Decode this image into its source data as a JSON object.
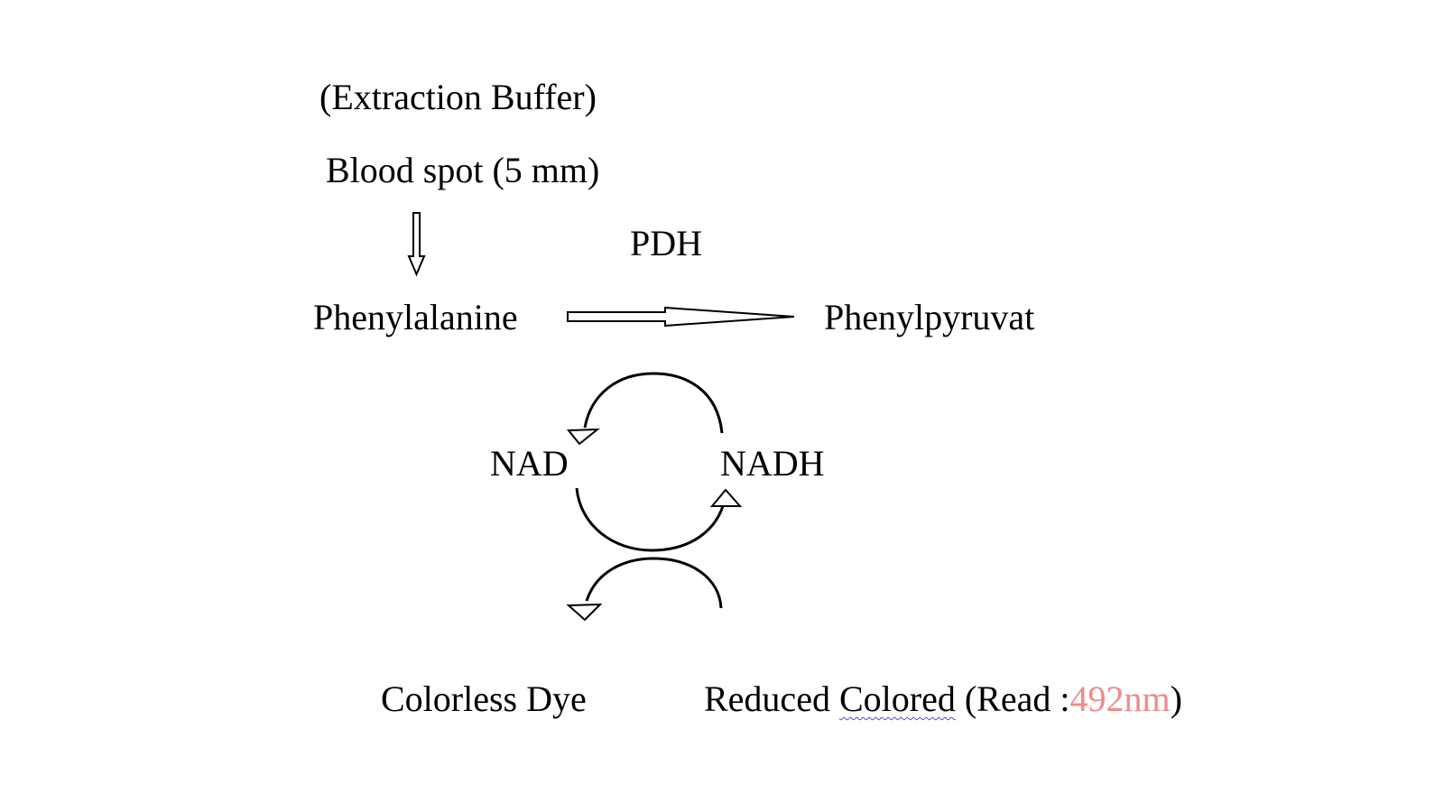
{
  "labels": {
    "extraction_buffer": "(Extraction Buffer)",
    "blood_spot": "Blood spot (5 mm)",
    "enzyme": "PDH",
    "substrate": "Phenylalanine",
    "product": "Phenylpyruvat",
    "cofactor_oxidized": "NAD",
    "cofactor_reduced": "NADH",
    "dye_colorless": "Colorless Dye",
    "reduced_prefix": "Reduced ",
    "reduced_word": "Colored",
    "read_open": " (Read :",
    "wavelength": "492nm",
    "read_close": ")"
  },
  "colors": {
    "text": "#000000",
    "wavelength_highlight": "#f08a8a",
    "spellcheck_underline": "#4a4ae0"
  },
  "icons": {
    "down_arrow": "hollow-down-arrow-icon",
    "reaction_arrow": "hollow-right-arrow-icon",
    "cycle_arrows": "curved-arrow-icon"
  }
}
